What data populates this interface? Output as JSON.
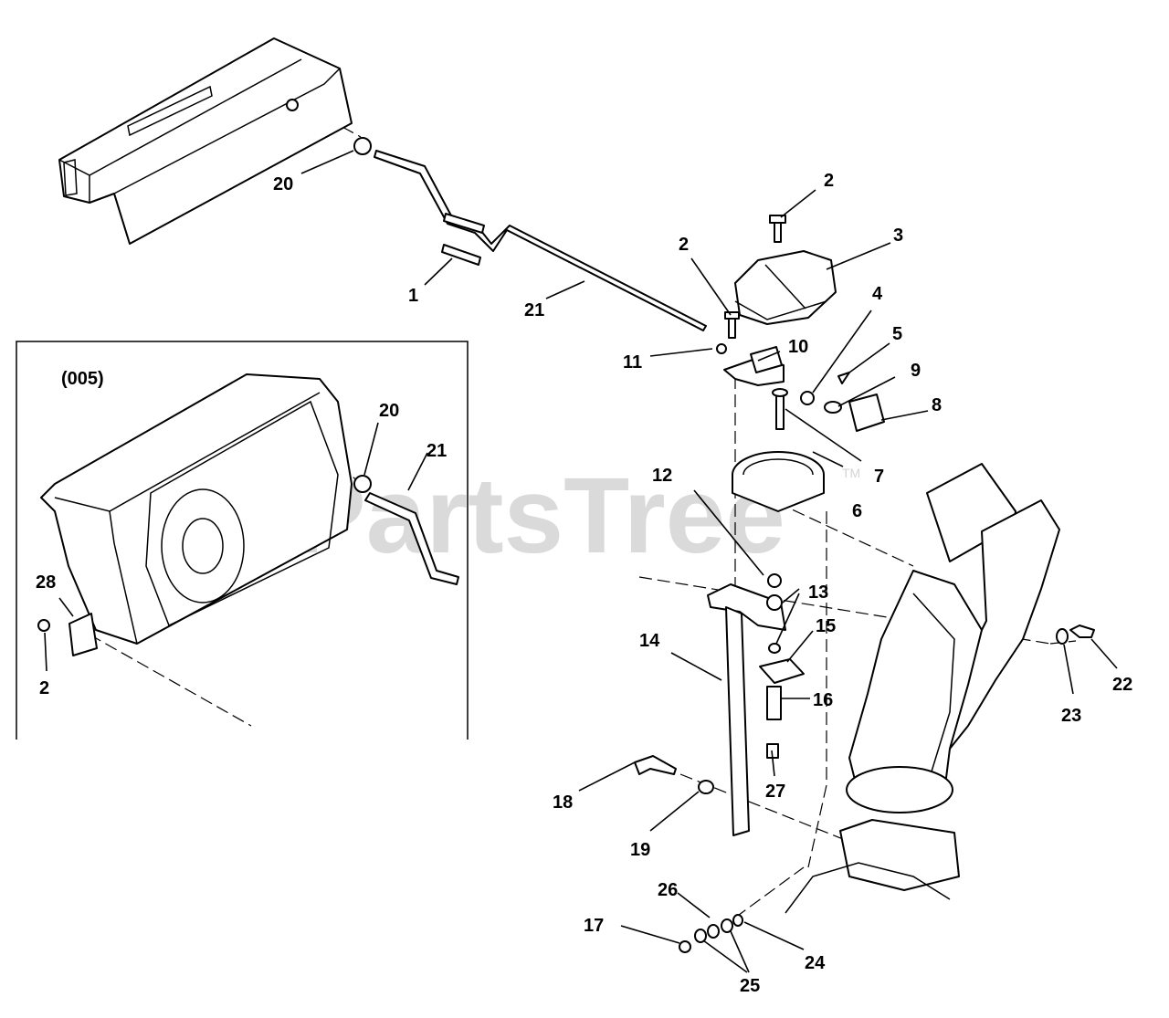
{
  "inset": {
    "title": "(005)"
  },
  "watermark": {
    "text": "PartsTree",
    "tm": "TM"
  },
  "callouts": [
    {
      "id": "1",
      "label": "1"
    },
    {
      "id": "2a",
      "label": "2"
    },
    {
      "id": "2b",
      "label": "2"
    },
    {
      "id": "2c",
      "label": "2"
    },
    {
      "id": "3",
      "label": "3"
    },
    {
      "id": "4",
      "label": "4"
    },
    {
      "id": "5",
      "label": "5"
    },
    {
      "id": "6",
      "label": "6"
    },
    {
      "id": "7",
      "label": "7"
    },
    {
      "id": "8",
      "label": "8"
    },
    {
      "id": "9",
      "label": "9"
    },
    {
      "id": "10",
      "label": "10"
    },
    {
      "id": "11",
      "label": "11"
    },
    {
      "id": "12",
      "label": "12"
    },
    {
      "id": "13",
      "label": "13"
    },
    {
      "id": "14",
      "label": "14"
    },
    {
      "id": "15",
      "label": "15"
    },
    {
      "id": "16",
      "label": "16"
    },
    {
      "id": "17",
      "label": "17"
    },
    {
      "id": "18",
      "label": "18"
    },
    {
      "id": "19",
      "label": "19"
    },
    {
      "id": "20a",
      "label": "20"
    },
    {
      "id": "20b",
      "label": "20"
    },
    {
      "id": "21a",
      "label": "21"
    },
    {
      "id": "21b",
      "label": "21"
    },
    {
      "id": "22",
      "label": "22"
    },
    {
      "id": "23",
      "label": "23"
    },
    {
      "id": "24",
      "label": "24"
    },
    {
      "id": "25",
      "label": "25"
    },
    {
      "id": "26",
      "label": "26"
    },
    {
      "id": "27",
      "label": "27"
    },
    {
      "id": "28",
      "label": "28"
    }
  ]
}
